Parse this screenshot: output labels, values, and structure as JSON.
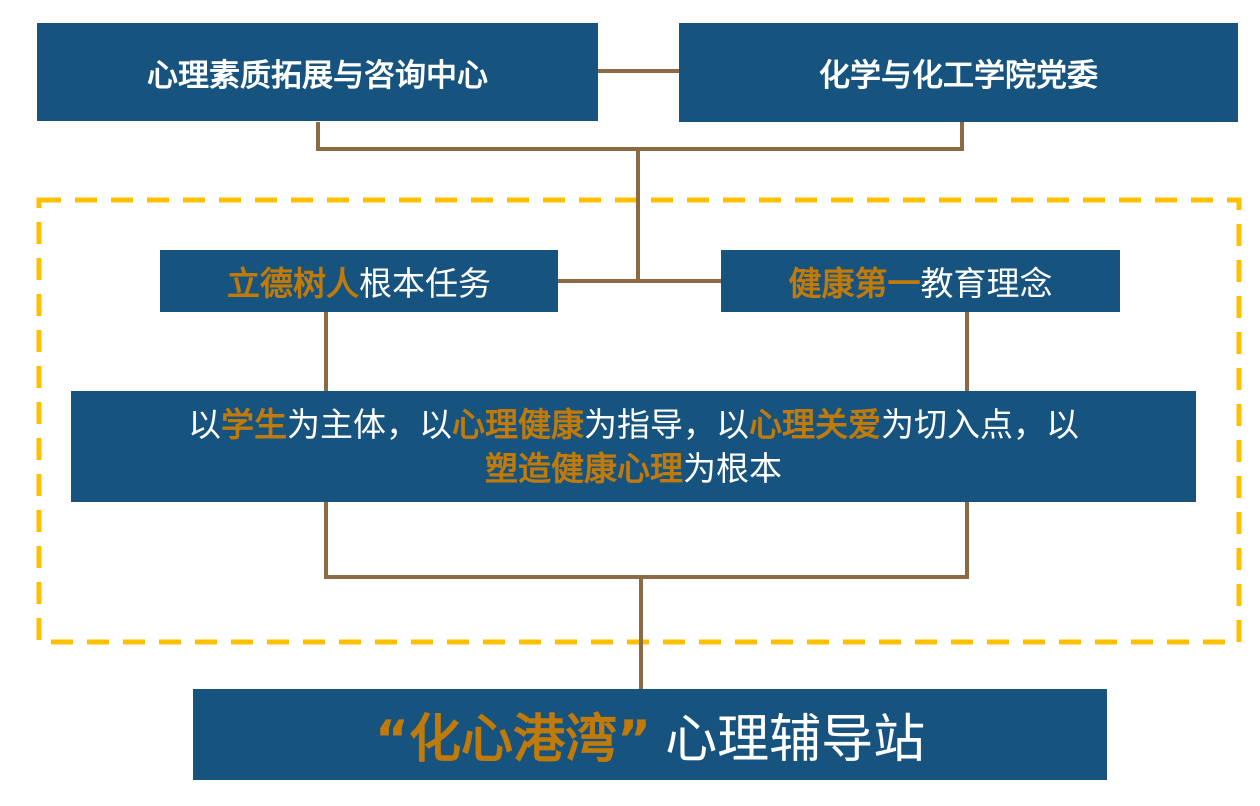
{
  "top": {
    "left": "心理素质拓展与咨询中心",
    "right": "化学与化工学院党委"
  },
  "middle_left": {
    "highlight": "立德树人",
    "text": "根本任务"
  },
  "middle_right": {
    "highlight": "健康第一",
    "text": "教育理念"
  },
  "principle": {
    "parts": [
      "以",
      "学生",
      "为主体，以",
      "心理健康",
      "为指导，以",
      "心理关爱",
      "为切入点，以",
      "塑造健康心理",
      "为根本"
    ]
  },
  "bottom": {
    "highlight": "“化心港湾”",
    "text": "心理辅导站"
  },
  "colors": {
    "box": "#17537f",
    "highlight": "#bf7a0a",
    "connector": "#8c6a44",
    "dashed_border": "#ffc000"
  }
}
